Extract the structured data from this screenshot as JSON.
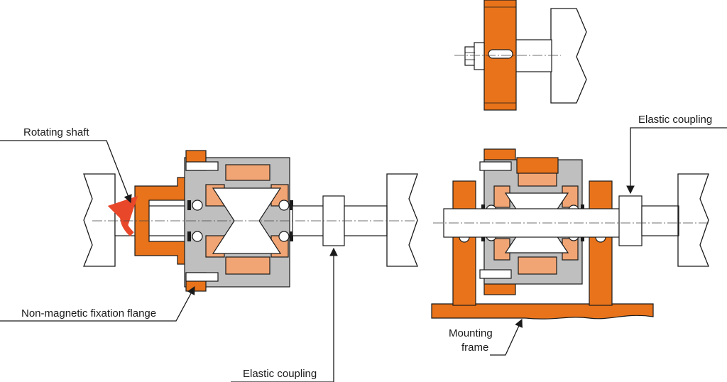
{
  "colors": {
    "part_orange": "#E8731A",
    "part_light": "#F2A574",
    "metal_grey": "#BFBFBF",
    "line": "#1a1a1a",
    "arrow_red": "#E8472A"
  },
  "labels": {
    "rotating_shaft": "Rotating shaft",
    "fixation_flange": "Non-magnetic fixation flange",
    "elastic_coupling_bottom": "Elastic coupling",
    "elastic_coupling_right": "Elastic coupling",
    "mounting_frame_line1": "Mounting",
    "mounting_frame_line2": "frame"
  }
}
